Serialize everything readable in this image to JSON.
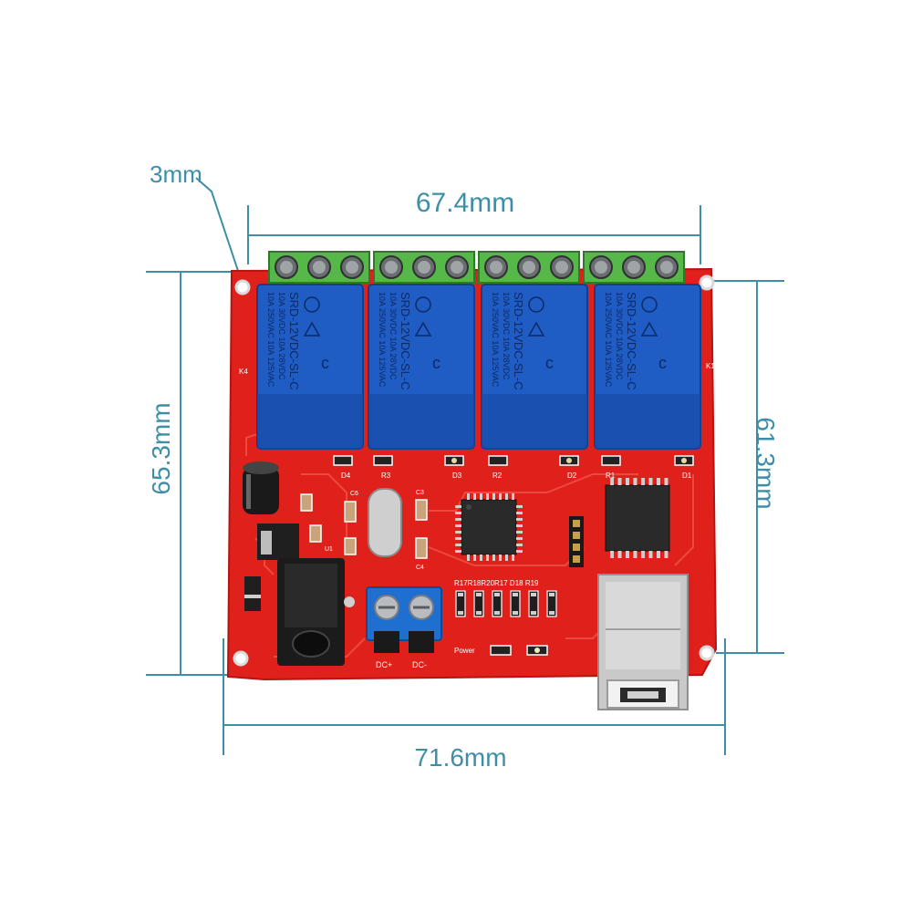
{
  "colors": {
    "dimension": "#3e8ea8",
    "pcb": "#e0211b",
    "relay": "#1f5cc4",
    "terminal_green": "#56b848",
    "terminal_blue": "#1f6fd0",
    "ic": "#2a2a2a",
    "silkscreen": "#ffffff"
  },
  "dimensions": {
    "hole_offset": "3mm",
    "hole_spacing_width": "67.4mm",
    "board_width": "71.6mm",
    "board_height": "65.3mm",
    "hole_spacing_height": "61.3mm"
  },
  "relays": [
    {
      "model": "SRD-12VDC-SL-C",
      "rating1": "10A 250VAC 10A 125VAC",
      "rating2": "10A 30VDC 10A 28VDC"
    },
    {
      "model": "SRD-12VDC-SL-C",
      "rating1": "10A 250VAC 10A 125VAC",
      "rating2": "10A 30VDC 10A 28VDC"
    },
    {
      "model": "SRD-12VDC-SL-C",
      "rating1": "10A 250VAC 10A 125VAC",
      "rating2": "10A 30VDC 10A 28VDC"
    },
    {
      "model": "SRD-12VDC-SL-C",
      "rating1": "10A 250VAC 10A 125VAC",
      "rating2": "10A 30VDC 10A 28VDC"
    }
  ],
  "silkscreen": {
    "k4": "K4",
    "k1": "K1",
    "d4": "D4",
    "r3": "R3",
    "d3": "D3",
    "r2": "R2",
    "d2": "D2",
    "r1": "R1",
    "d1": "D1",
    "c6": "C6",
    "c3": "C3",
    "c4": "C4",
    "u1": "U1",
    "resistor_row": "R17R18R20R17 D18 R19",
    "power": "Power",
    "dc_plus": "DC+",
    "dc_minus": "DC-"
  }
}
